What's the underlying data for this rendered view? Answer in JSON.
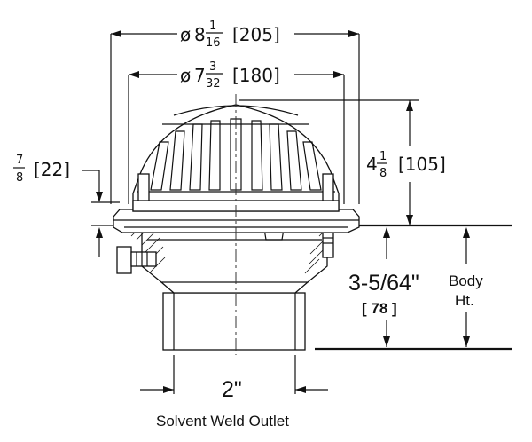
{
  "dimensions": {
    "outer_diameter": {
      "symbol": "ø",
      "whole": "8",
      "num": "1",
      "den": "16",
      "metric": "[205]"
    },
    "inner_diameter": {
      "symbol": "ø",
      "whole": "7",
      "num": "3",
      "den": "32",
      "metric": "[180]"
    },
    "flange_height": {
      "num": "7",
      "den": "8",
      "metric": "[22]"
    },
    "dome_height": {
      "whole": "4",
      "num": "1",
      "den": "8",
      "metric": "[105]"
    },
    "outlet_depth": {
      "imperial": "3-5/64\"",
      "metric": "[ 78 ]"
    },
    "body_height_label": {
      "line1": "Body",
      "line2": "Ht."
    },
    "outlet_size": "2\""
  },
  "caption": "Solvent Weld Outlet"
}
